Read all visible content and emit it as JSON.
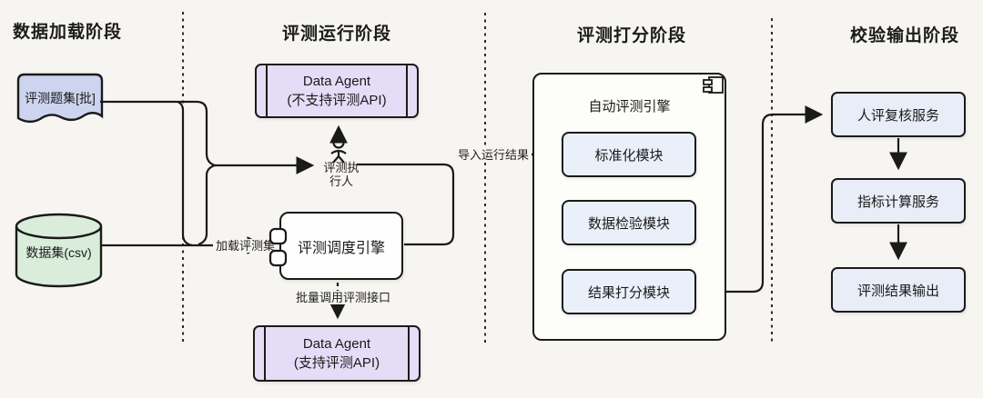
{
  "stages": [
    {
      "title": "数据加载阶段"
    },
    {
      "title": "评测运行阶段"
    },
    {
      "title": "评测打分阶段"
    },
    {
      "title": "校验输出阶段"
    }
  ],
  "nodes": {
    "question_set": "评测题集[批]",
    "dataset": "数据集(csv)",
    "agent_no_api_line1": "Data Agent",
    "agent_no_api_line2": "(不支持评测API)",
    "executor_line1": "评测执",
    "executor_line2": "行人",
    "scheduler": "评测调度引擎",
    "agent_api_line1": "Data Agent",
    "agent_api_line2": "(支持评测API)",
    "auto_engine": "自动评测引擎",
    "module_standardize": "标准化模块",
    "module_check": "数据检验模块",
    "module_score": "结果打分模块",
    "human_review": "人评复核服务",
    "metric_calc": "指标计算服务",
    "result_output": "评测结果输出"
  },
  "edge_labels": {
    "load_set": "加载评测集",
    "import_results": "导入运行结果",
    "batch_call": "批量调用评测接口"
  },
  "colors": {
    "question_set_fill": "#ccd4ef",
    "dataset_fill": "#d9edda",
    "agent_fill": "#e5ddf8",
    "module_fill": "#eaf0fa",
    "service_fill": "#e8edf7",
    "line": "#1a1a1a",
    "background": "#f7f5f2"
  }
}
